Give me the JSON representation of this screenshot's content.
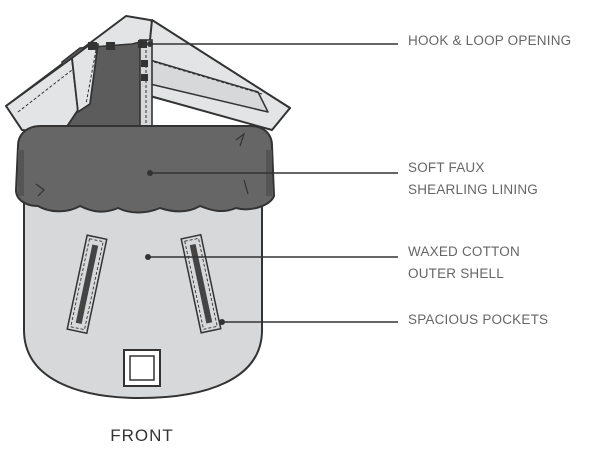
{
  "colors": {
    "outline": "#333333",
    "lining": "#666666",
    "lining_dark": "#555555",
    "shell": "#d7d8da",
    "hood": "#e3e4e5",
    "hood_inner": "#5c5c5c",
    "label": "#666666",
    "pocket_zip": "#444444",
    "background": "#ffffff"
  },
  "callouts": [
    {
      "id": "hook-loop-opening",
      "lines": [
        "HOOK & LOOP OPENING"
      ]
    },
    {
      "id": "soft-faux-shearling-lining",
      "lines": [
        "SOFT FAUX",
        "SHEARLING LINING"
      ]
    },
    {
      "id": "waxed-cotton-outer-shell",
      "lines": [
        "WAXED COTTON",
        "OUTER SHELL"
      ]
    },
    {
      "id": "spacious-pockets",
      "lines": [
        "SPACIOUS POCKETS"
      ]
    }
  ],
  "view_label": "FRONT"
}
